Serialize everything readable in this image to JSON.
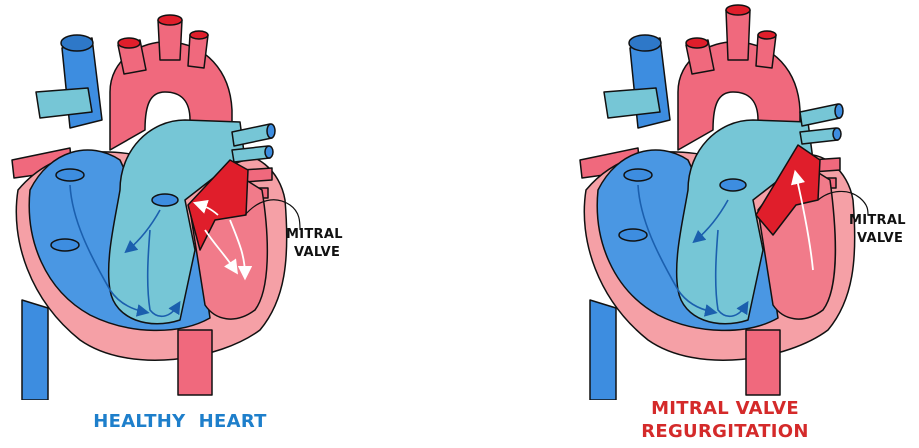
{
  "left_heart": {
    "label_line1": "MITRAL",
    "label_line2": "VALVE",
    "caption": "HEALTHY  HEART"
  },
  "right_heart": {
    "label_line1": "MITRAL",
    "label_line2": "VALVE",
    "caption_line1": "MITRAL VALVE",
    "caption_line2": "REGURGITATION"
  },
  "colors": {
    "aorta_red": "#f0697d",
    "vein_blue": "#3d8de0",
    "right_chamber_blue": "#4a97e3",
    "left_atrium_teal": "#76c6d6",
    "myocardium_pink": "#f5a0a6",
    "ventricle_pink": "#f17b8a",
    "oxygenated_red": "#e01e2b",
    "outline": "#111111",
    "caption_healthy": "#1e7fcb",
    "caption_regurgitation": "#d42a2a"
  },
  "icons": [
    "heart-anatomy-illustration",
    "arrow-icon"
  ]
}
